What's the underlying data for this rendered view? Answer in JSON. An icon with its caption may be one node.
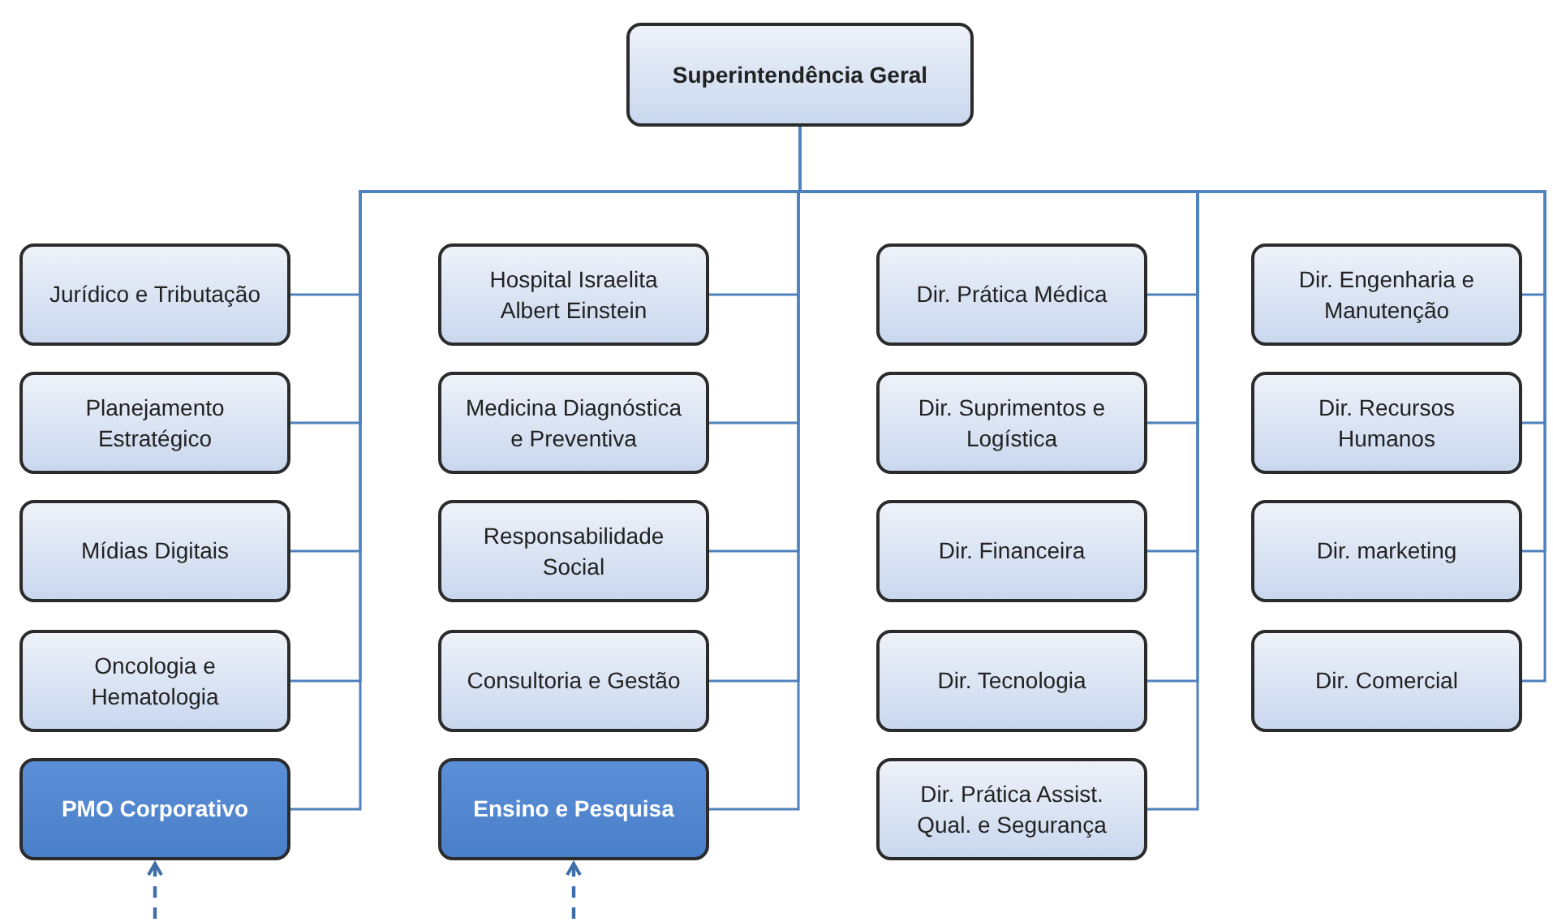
{
  "diagram": {
    "nodes": [
      {
        "text": [
          "Superintendência Geral"
        ]
      },
      {
        "text": [
          "Jurídico e Tributação"
        ]
      },
      {
        "text": [
          "Planejamento Estratégico"
        ]
      },
      {
        "text": [
          "Mídias Digitais"
        ]
      },
      {
        "text": [
          "Oncologia e Hematologia"
        ]
      },
      {
        "text": [
          "PMO Corporativo"
        ]
      },
      {
        "text": [
          "Hospital Israelita Albert Einstein"
        ]
      },
      {
        "text": [
          "Medicina Diagnóstica e Preventiva"
        ]
      },
      {
        "text": [
          "Responsabilidade Social"
        ]
      },
      {
        "text": [
          "Consultoria e Gestão"
        ]
      },
      {
        "text": [
          "Ensino e Pesquisa"
        ]
      },
      {
        "text": [
          "Dir. Prática Médica"
        ]
      },
      {
        "text": [
          "Dir. Suprimentos e Logística"
        ]
      },
      {
        "text": [
          "Dir. Financeira"
        ]
      },
      {
        "text": [
          "Dir. Tecnologia"
        ]
      },
      {
        "text": [
          "Dir. Prática Assist. Qual. e Segurança"
        ]
      },
      {
        "text": [
          "Dir. Engenharia e Manutenção"
        ]
      },
      {
        "text": [
          "Dir. Recursos Humanos"
        ]
      },
      {
        "text": [
          "Dir. marketing"
        ]
      },
      {
        "text": [
          "Dir. Comercial"
        ]
      }
    ],
    "edges": [
      {
        "from": 0,
        "to": 1,
        "arrow": "none"
      },
      {
        "from": 0,
        "to": 2,
        "arrow": "none"
      },
      {
        "from": 0,
        "to": 3,
        "arrow": "none"
      },
      {
        "from": 0,
        "to": 4,
        "arrow": "none"
      },
      {
        "from": 0,
        "to": 5,
        "arrow": "none"
      },
      {
        "from": 0,
        "to": 6,
        "arrow": "none"
      },
      {
        "from": 0,
        "to": 7,
        "arrow": "none"
      },
      {
        "from": 0,
        "to": 8,
        "arrow": "none"
      },
      {
        "from": 0,
        "to": 9,
        "arrow": "none"
      },
      {
        "from": 0,
        "to": 10,
        "arrow": "none"
      },
      {
        "from": 0,
        "to": 11,
        "arrow": "none"
      },
      {
        "from": 0,
        "to": 12,
        "arrow": "none"
      },
      {
        "from": 0,
        "to": 13,
        "arrow": "none"
      },
      {
        "from": 0,
        "to": 14,
        "arrow": "none"
      },
      {
        "from": 0,
        "to": 15,
        "arrow": "none"
      },
      {
        "from": 0,
        "to": 16,
        "arrow": "none"
      },
      {
        "from": 0,
        "to": 17,
        "arrow": "none"
      },
      {
        "from": 0,
        "to": 18,
        "arrow": "none"
      },
      {
        "from": 0,
        "to": 19,
        "arrow": "none"
      },
      {
        "from": null,
        "to": 5,
        "arrow": "to",
        "style": "dashed",
        "color": "#3f6fa8"
      },
      {
        "from": null,
        "to": 10,
        "arrow": "to",
        "style": "dashed",
        "color": "#3f6fa8"
      }
    ]
  }
}
